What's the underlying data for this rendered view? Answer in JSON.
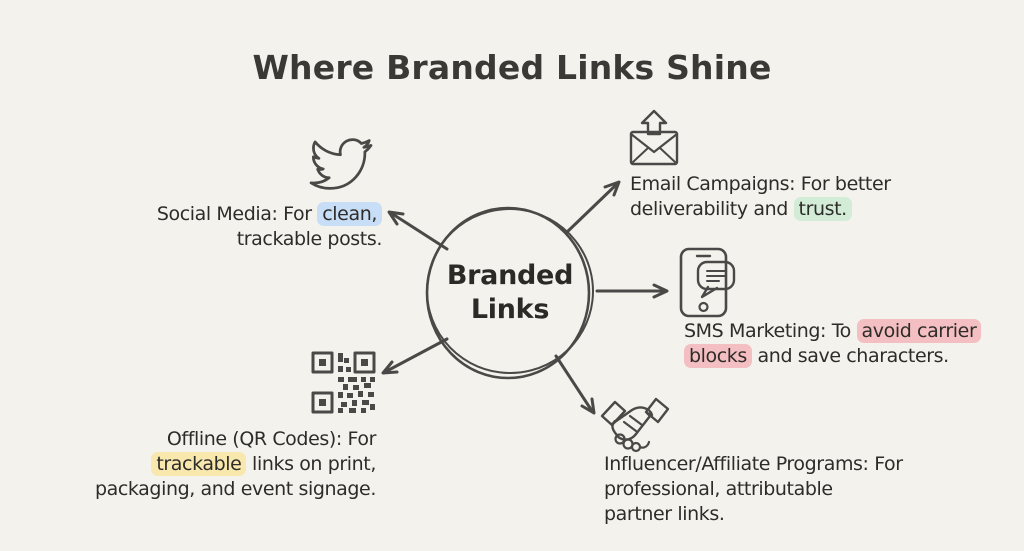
{
  "title": "Where Branded Links Shine",
  "center": {
    "label_line1": "Branded",
    "label_line2": "Links"
  },
  "colors": {
    "background": "#f4f2ec",
    "ink": "#2e2c29",
    "stroke": "#4b4947",
    "highlight_blue": "#c8ddf6",
    "highlight_green": "#d2ecd7",
    "highlight_pink": "#f4bfc2",
    "highlight_yellow": "#f9e8ad"
  },
  "nodes": [
    {
      "id": "social-media",
      "icon": "twitter-bird-icon",
      "lines": [
        [
          {
            "t": "Social Media: For ",
            "h": null
          },
          {
            "t": "clean,",
            "h": "blue"
          }
        ],
        [
          {
            "t": "trackable posts.",
            "h": null
          }
        ]
      ]
    },
    {
      "id": "email-campaigns",
      "icon": "email-send-icon",
      "lines": [
        [
          {
            "t": "Email Campaigns: For better",
            "h": null
          }
        ],
        [
          {
            "t": "deliverability and ",
            "h": null
          },
          {
            "t": "trust.",
            "h": "green"
          }
        ]
      ]
    },
    {
      "id": "sms-marketing",
      "icon": "phone-message-icon",
      "lines": [
        [
          {
            "t": "SMS Marketing: To ",
            "h": null
          },
          {
            "t": "avoid carrier",
            "h": "pink"
          }
        ],
        [
          {
            "t": "blocks",
            "h": "pink"
          },
          {
            "t": " and save characters.",
            "h": null
          }
        ]
      ]
    },
    {
      "id": "offline-qr-codes",
      "icon": "qr-code-icon",
      "lines": [
        [
          {
            "t": "Offline (QR Codes): For",
            "h": null
          }
        ],
        [
          {
            "t": "trackable",
            "h": "yellow"
          },
          {
            "t": " links on print,",
            "h": null
          }
        ],
        [
          {
            "t": "packaging, and event signage.",
            "h": null
          }
        ]
      ]
    },
    {
      "id": "influencer-affiliate-programs",
      "icon": "handshake-icon",
      "lines": [
        [
          {
            "t": "Influencer/Affiliate Programs: For",
            "h": null
          }
        ],
        [
          {
            "t": "professional, attributable",
            "h": null
          }
        ],
        [
          {
            "t": "partner links.",
            "h": null
          }
        ]
      ]
    }
  ]
}
